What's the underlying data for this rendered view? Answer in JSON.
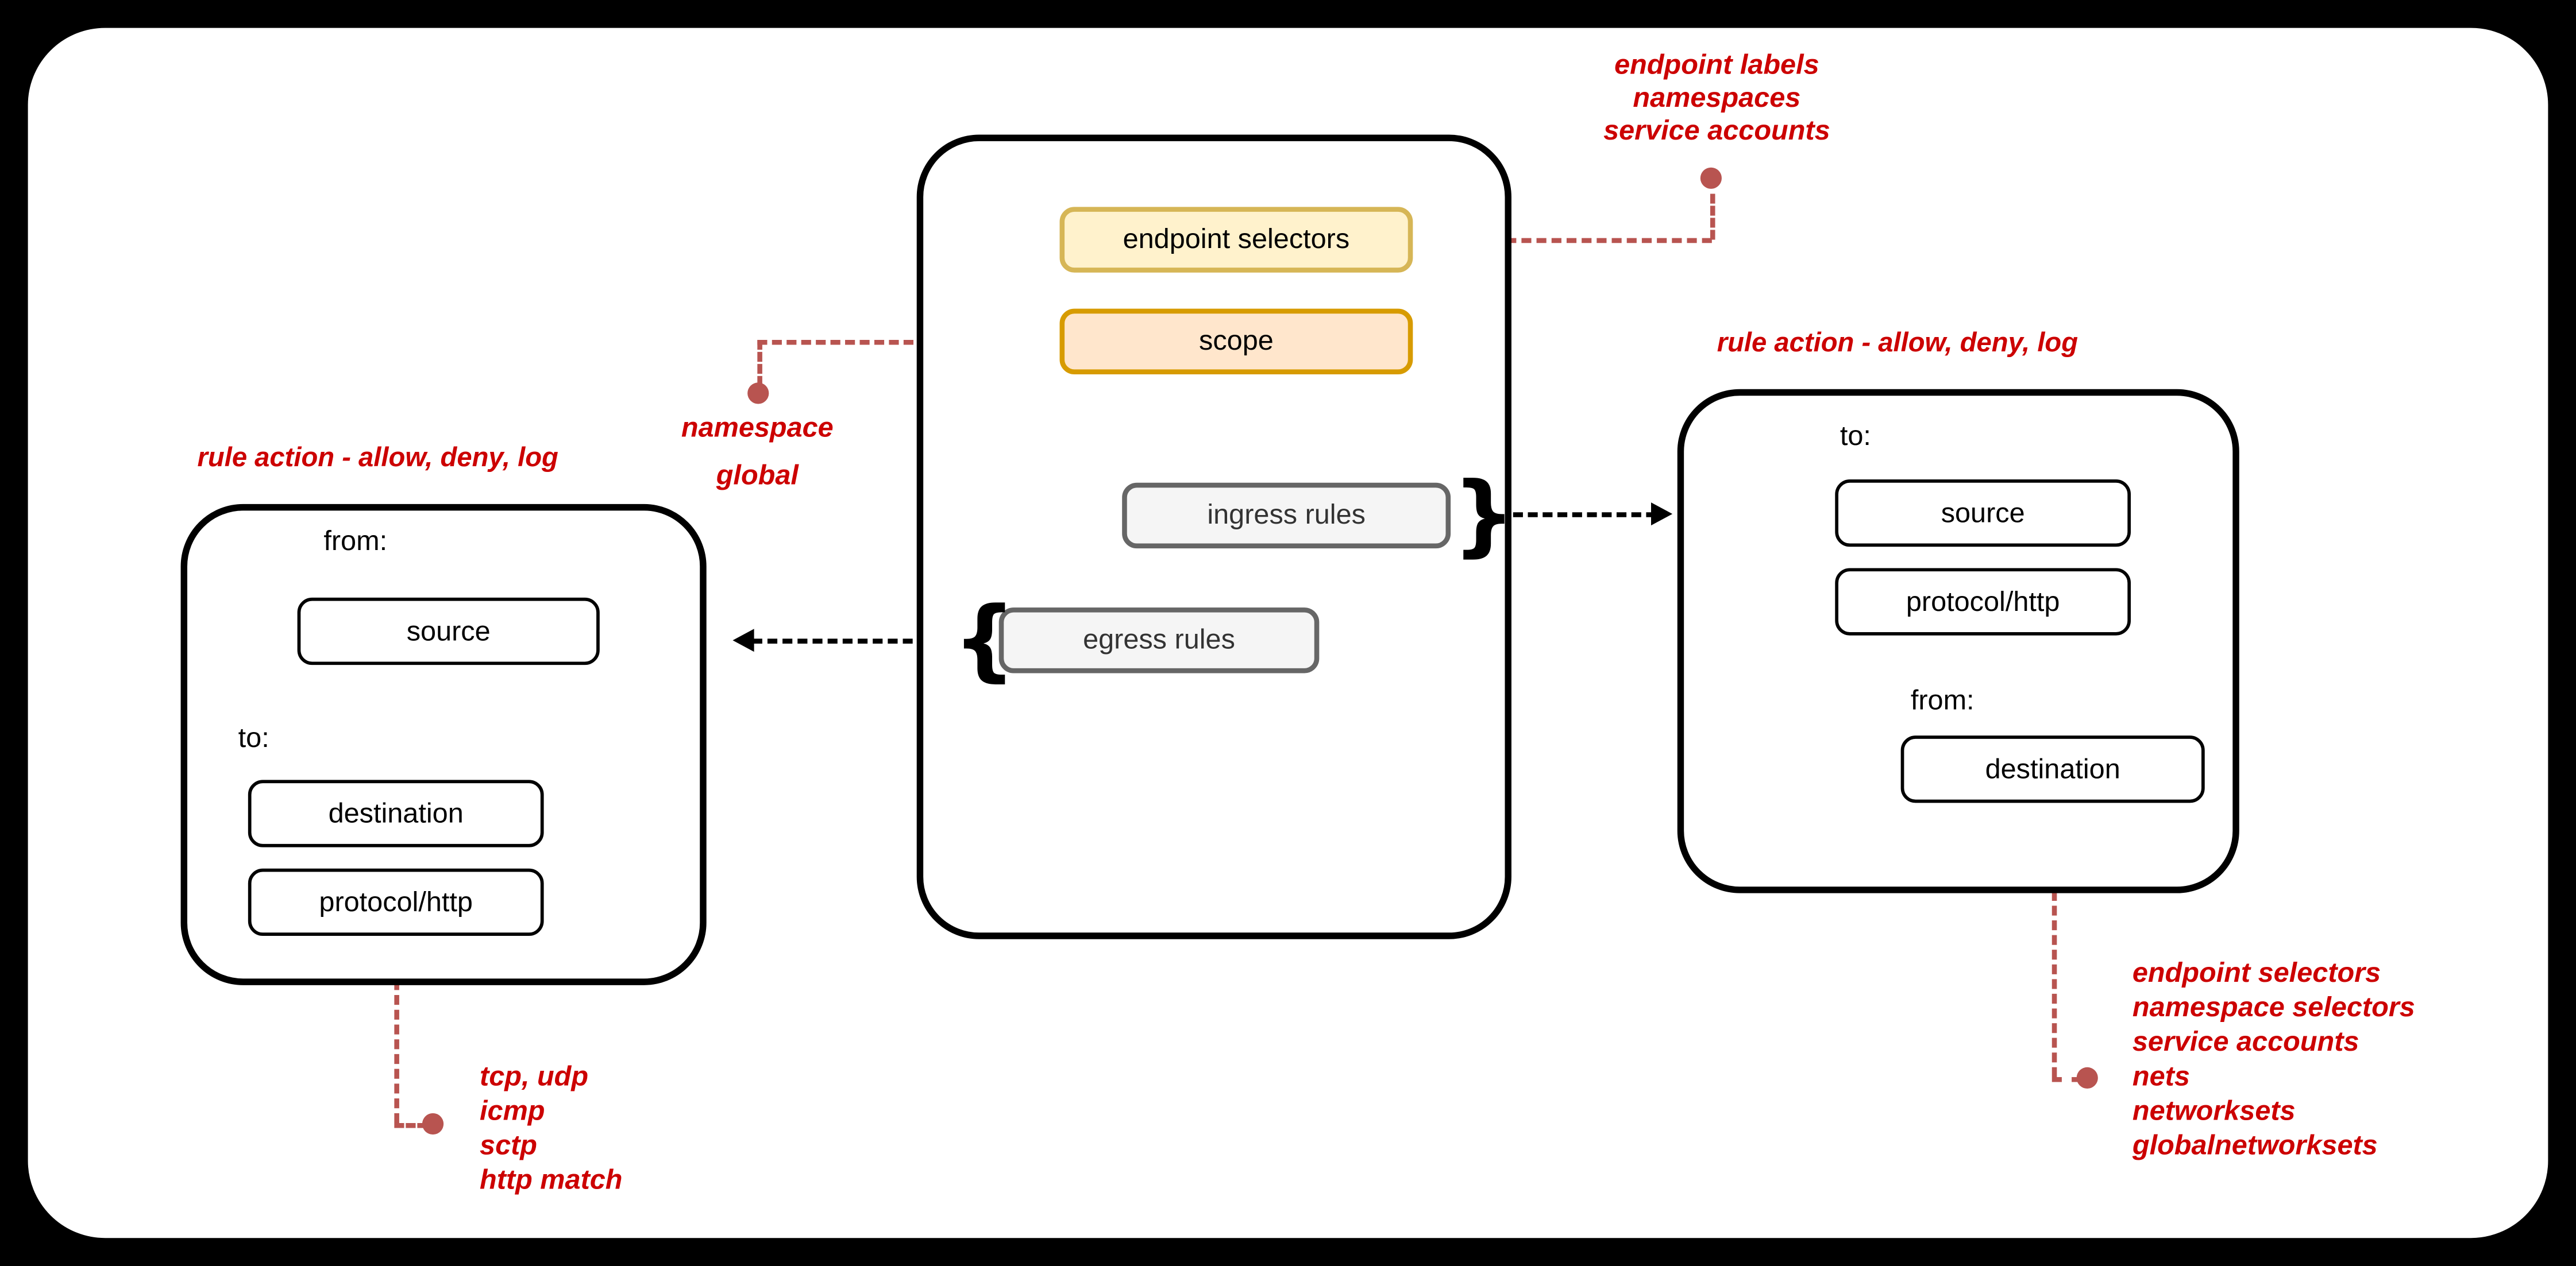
{
  "diagram": {
    "policy_container": {
      "endpoint_selectors": "endpoint selectors",
      "scope": "scope",
      "ingress_rules": "ingress rules",
      "egress_rules": "egress rules"
    },
    "glyphs": {
      "ingress_brace": "}",
      "egress_brace": "{"
    },
    "egress_rule_box": {
      "title": "rule action - allow, deny, log",
      "from_label": "from:",
      "source": "source",
      "to_label": "to:",
      "destination": "destination",
      "protocol": "protocol/http"
    },
    "ingress_rule_box": {
      "title": "rule action - allow, deny, log",
      "to_label": "to:",
      "source": "source",
      "protocol": "protocol/http",
      "from_label": "from:",
      "destination": "destination"
    },
    "annotations": {
      "endpoint_selectors_note": [
        "endpoint labels",
        "namespaces",
        "service accounts"
      ],
      "scope_note": [
        "namespace",
        "global"
      ],
      "protocol_note": [
        "tcp, udp",
        "icmp",
        "sctp",
        "http match"
      ],
      "destination_note": [
        "endpoint selectors",
        "namespace selectors",
        "service accounts",
        "nets",
        "networksets",
        "globalnetworksets"
      ]
    },
    "colors": {
      "annotation_text": "#cc0000",
      "connector": "#b85450",
      "endpoint_selectors_fill": "#fff2cc",
      "endpoint_selectors_border": "#d6b656",
      "scope_fill": "#ffe6cc",
      "scope_border": "#d79b00",
      "rules_fill": "#f5f5f5",
      "rules_border": "#666666",
      "frame": "#000000"
    }
  }
}
